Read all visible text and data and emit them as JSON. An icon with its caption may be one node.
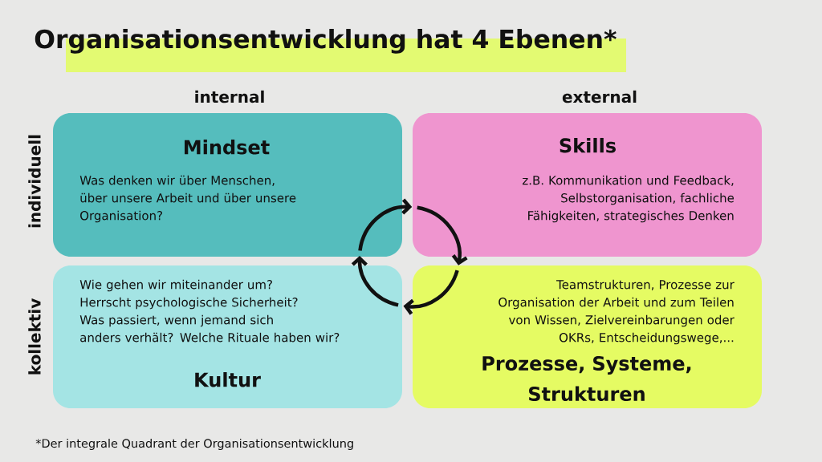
{
  "diagram": {
    "title": "Organisationsentwicklung hat 4 Ebenen*",
    "caption": "*Der integrale Quadrant der Organisationsentwicklung",
    "nodes": [
      {
        "text": [
          "Mindset",
          "Was denken wir über Menschen, über unsere Arbeit und über unsere Organisation?"
        ]
      },
      {
        "text": [
          "Skills",
          "z.B. Kommunikation und Feedback, Selbstorganisation, fachliche Fähigkeiten, strategisches Denken"
        ]
      },
      {
        "text": [
          "Wie gehen wir miteinander um? Herrscht psychologische Sicherheit? Was passiert, wenn jemand sich anders verhält? Welche Rituale haben wir?",
          "Kultur"
        ]
      },
      {
        "text": [
          "Teamstrukturen, Prozesse zur Organisation der Arbeit und zum Teilen von Wissen, Zielvereinbarungen oder OKRs, Entscheidungswege,...",
          "Prozesse, Systeme, Strukturen"
        ]
      }
    ],
    "edges": [
      {
        "from": 0,
        "to": 1,
        "arrow": "to"
      },
      {
        "from": 1,
        "to": 3,
        "arrow": "to"
      },
      {
        "from": 3,
        "to": 2,
        "arrow": "to"
      },
      {
        "from": 2,
        "to": 0,
        "arrow": "to"
      }
    ],
    "labels": [
      "internal",
      "external",
      "individuell",
      "kollektiv"
    ]
  }
}
